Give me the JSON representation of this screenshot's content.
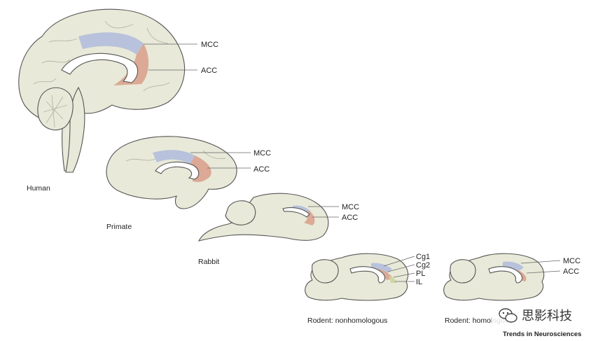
{
  "colors": {
    "mcc": "#b8c2dc",
    "acc": "#dba995",
    "pl": "#cfd6a6",
    "brain": "#e8e9d8",
    "outline": "#555555"
  },
  "human": {
    "caption": "Human",
    "mcc": "MCC",
    "acc": "ACC"
  },
  "primate": {
    "caption": "Primate",
    "mcc": "MCC",
    "acc": "ACC"
  },
  "rabbit": {
    "caption": "Rabbit",
    "mcc": "MCC",
    "acc": "ACC"
  },
  "rodent_nonhomologous": {
    "caption": "Rodent: nonhomologous",
    "cg1": "Cg1",
    "cg2": "Cg2",
    "pl": "PL",
    "il": "IL"
  },
  "rodent_homologous": {
    "caption": "Rodent: homologous",
    "mcc": "MCC",
    "acc": "ACC"
  },
  "watermark": {
    "text": "思影科技"
  },
  "credit": {
    "text": "Trends in Neurosciences"
  }
}
